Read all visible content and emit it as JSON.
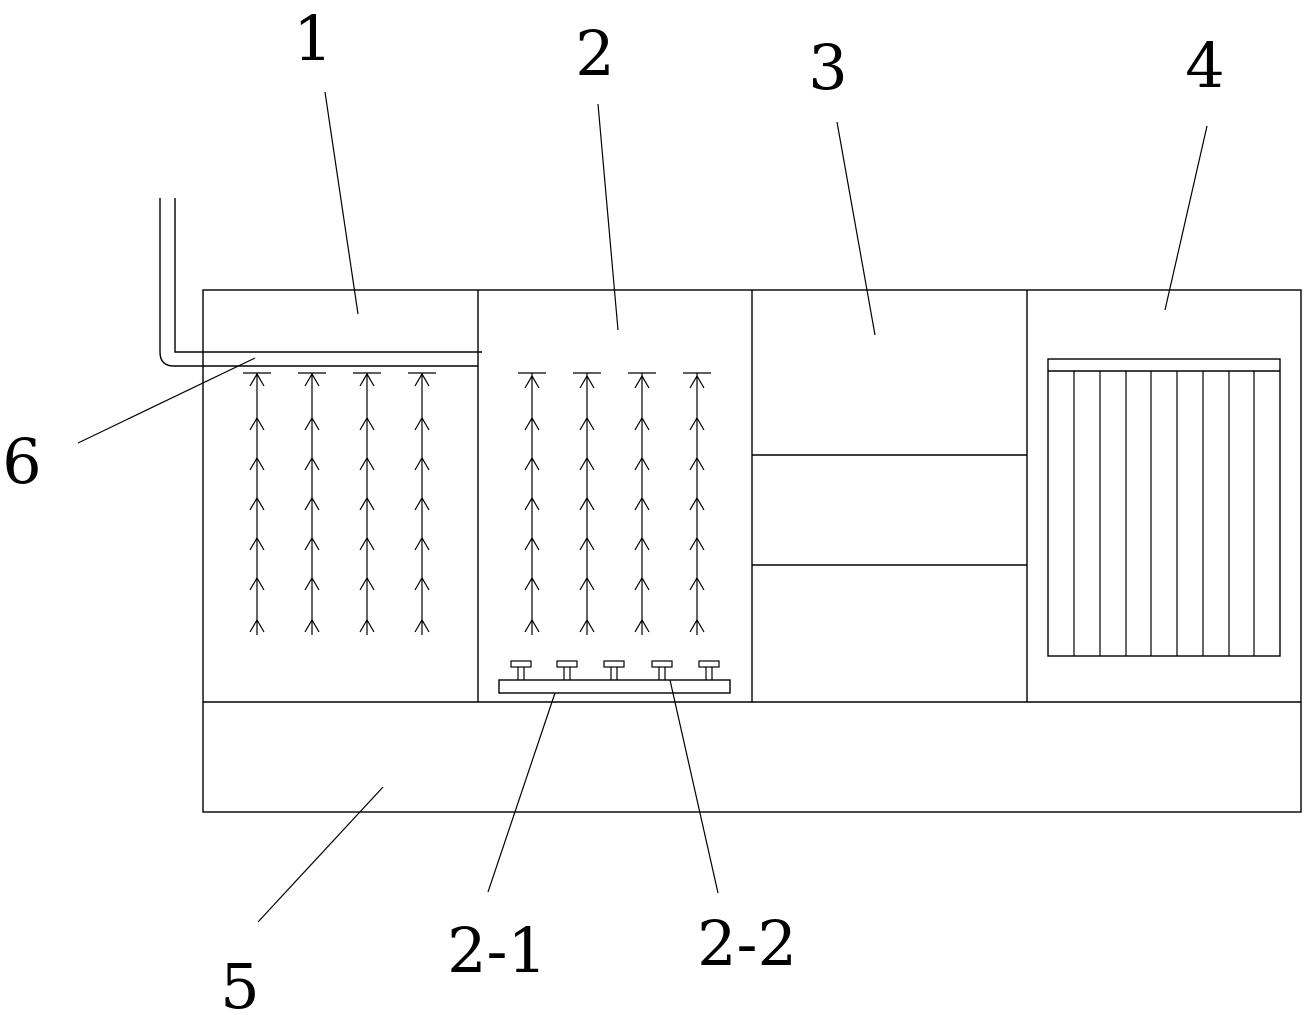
{
  "callouts": {
    "c1": "1",
    "c2": "2",
    "c3": "3",
    "c4": "4",
    "c5": "5",
    "c6": "6",
    "c2_1": "2-1",
    "c2_2": "2-2"
  },
  "colors": {
    "line": "#000000",
    "background": "#ffffff"
  }
}
